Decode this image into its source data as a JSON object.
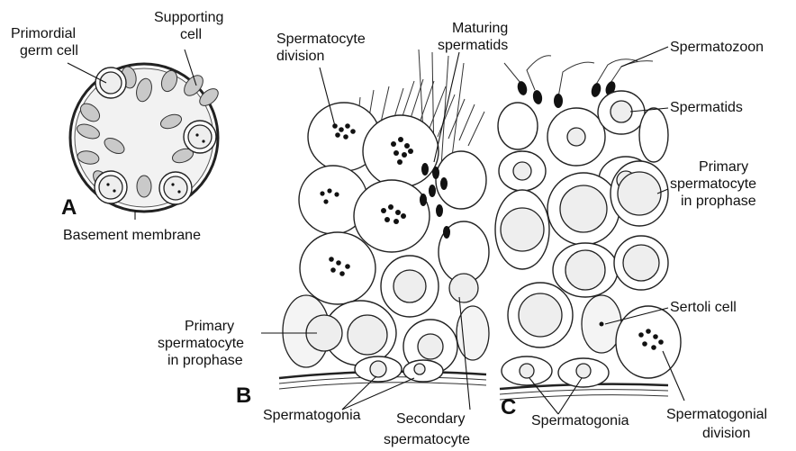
{
  "panels": {
    "a": "A",
    "b": "B",
    "c": "C"
  },
  "labels": {
    "primordial_germ_cell": [
      "Primordial",
      "germ cell"
    ],
    "supporting_cell": [
      "Supporting",
      "cell"
    ],
    "basement_membrane": "Basement membrane",
    "spermatocyte_division": [
      "Spermatocyte",
      "division"
    ],
    "maturing_spermatids": [
      "Maturing",
      "spermatids"
    ],
    "primary_spermatocyte_b": [
      "Primary",
      "spermatocyte",
      "in prophase"
    ],
    "spermatogonia_b": "Spermatogonia",
    "secondary_spermatocyte": [
      "Secondary",
      "spermatocyte"
    ],
    "spermatozoon": "Spermatozoon",
    "spermatids": "Spermatids",
    "primary_spermatocyte_c": [
      "Primary",
      "spermatocyte",
      "in prophase"
    ],
    "sertoli_cell": "Sertoli cell",
    "spermatogonia_c": "Spermatogonia",
    "spermatogonial_division": [
      "Spermatogonial",
      "division"
    ]
  }
}
